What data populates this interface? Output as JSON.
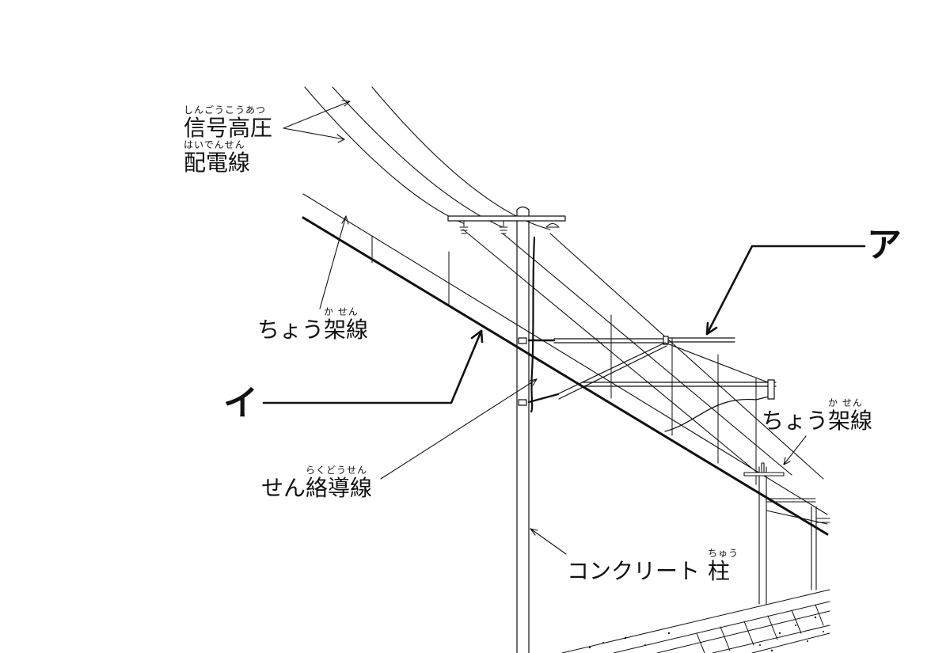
{
  "labels": {
    "signal_ruby_1": "しんごうこうあつ",
    "signal_main_1": "信号高圧",
    "signal_ruby_2": "はいでんせん",
    "signal_main_2": "配電線",
    "messenger_left_prefix": "ちょう",
    "messenger_left_ruby": "か せん",
    "messenger_left_kanji": "架線",
    "messenger_right_prefix": "ちょう",
    "messenger_right_ruby": "か せん",
    "messenger_right_kanji": "架線",
    "feeder_prefix": "せん",
    "feeder_ruby": "らくどうせん",
    "feeder_kanji": "絡導線",
    "pole_prefix": "コンクリート",
    "pole_ruby": "ちゅう",
    "pole_kanji": "柱",
    "mark_a": "ア",
    "mark_i": "イ"
  },
  "colors": {
    "ink": "#111111",
    "background": "#ffffff"
  }
}
